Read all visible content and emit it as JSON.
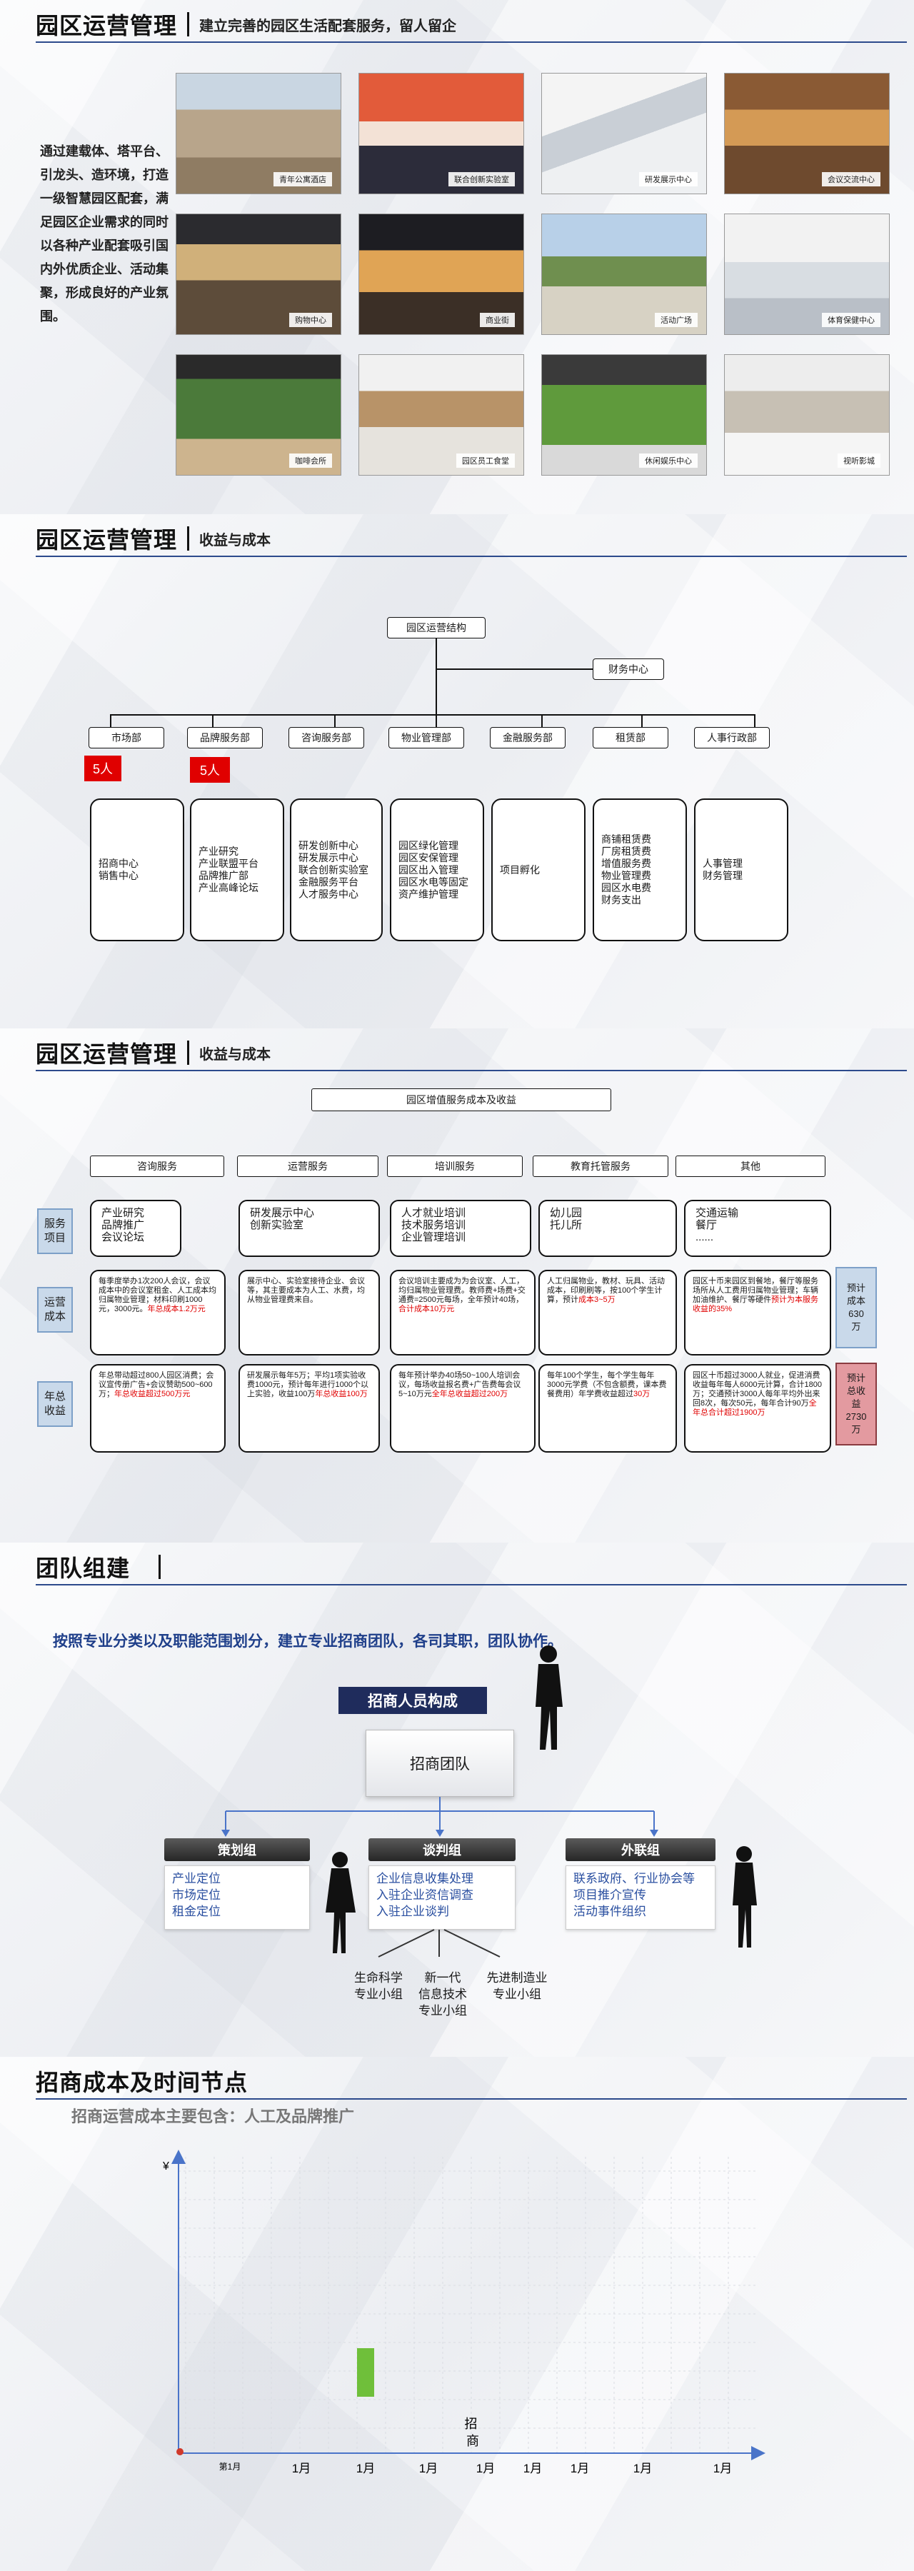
{
  "s1": {
    "title": "园区运营管理",
    "subtitle": "建立完善的园区生活配套服务，留人留企",
    "intro": "通过建载体、塔平台、引龙头、造环境，打造一级智慧园区配套，满足园区企业需求的同时以各种产业配套吸引国内外优质企业、活动集聚，形成良好的产业氛围。",
    "photos": [
      "青年公寓酒店",
      "联合创新实验室",
      "研发展示中心",
      "会议交流中心",
      "购物中心",
      "商业街",
      "活动广场",
      "体育保健中心",
      "咖啡会所",
      "园区员工食堂",
      "休闲娱乐中心",
      "视听影城"
    ]
  },
  "s2": {
    "title": "园区运营管理",
    "subtitle": "收益与成本",
    "root": "园区运营结构",
    "finance": "财务中心",
    "depts": [
      "市场部",
      "品牌服务部",
      "咨询服务部",
      "物业管理部",
      "金融服务部",
      "租赁部",
      "人事行政部"
    ],
    "badges": [
      "5人",
      "5人"
    ],
    "duties": [
      "招商中心\n销售中心",
      "产业研究\n产业联盟平台\n品牌推广部\n产业高峰论坛",
      "研发创新中心\n研发展示中心\n联合创新实验室\n金融服务平台\n人才服务中心",
      "园区绿化管理\n园区安保管理\n园区出入管理\n园区水电等固定资产维护管理",
      "项目孵化",
      "商铺租赁费\n厂房租赁费\n增值服务费\n物业管理费\n园区水电费\n财务支出",
      "人事管理\n财务管理"
    ]
  },
  "s3": {
    "title": "园区运营管理",
    "subtitle": "收益与成本",
    "top": "园区增值服务成本及收益",
    "cols": [
      "咨询服务",
      "运营服务",
      "培训服务",
      "教育托管服务",
      "其他"
    ],
    "rows": [
      "服务\n项目",
      "运营\n成本",
      "年总\n收益"
    ],
    "service": [
      "产业研究\n品牌推广\n会议论坛",
      "研发展示中心\n创新实验室",
      "人才就业培训\n技术服务培训\n企业管理培训",
      "幼儿园\n托儿所",
      "交通运输\n餐厅\n......"
    ],
    "cost": [
      {
        "t": "每季度举办1次200人会议，会议成本中的会议室租金、人工成本均归属物业管理；材料印刷1000元，3000元。",
        "r": "年总成本1.2万元"
      },
      {
        "t": "展示中心、实验室接待企业、会议等，其主要成本为人工、水费，均从物业管理费来自。",
        "r": ""
      },
      {
        "t": "会议培训主要成为为会议室、人工，均归属物业管理费。教师费+场费+交通费=2500元每场，全年预计40场，",
        "r": "合计成本10万元"
      },
      {
        "t": "人工归属物业，教材、玩具、活动成本，印刷刷等，按100个学生计算，预计",
        "r": "成本3~5万"
      },
      {
        "t": "园区十币来园区到餐地，餐厅等服务场所从人工费用归属物业管理；车辆加油维护、餐厅等硬件",
        "r": "预计为本服务收益的35%"
      }
    ],
    "income": [
      {
        "t": "年总带动超过800人园区消费；会议宣传册广告+会议赞助500~600万；",
        "r": "年总收益超过500万元"
      },
      {
        "t": "研发展示每年5万；平均1项实验收费1000元，预计每年进行1000个以上实验，收益100万",
        "r": "年总收益100万"
      },
      {
        "t": "每年预计举办40场50~100人培训会议，每场收益报名费+广告费每会议5~10万元",
        "r": "全年总收益超过200万"
      },
      {
        "t": "每年100个学生，每个学生每年3000元学费（不包含额费，课本费餐费用）年学费收益超过",
        "r": "30万"
      },
      {
        "t": "园区十币超过3000人就业，促进消费收益每年每人6000元计算，合计1800万；交通预计3000人每年平均外出来回8次，每次50元，每年合计90万",
        "r": "全年总合计超过1900万"
      }
    ],
    "cost_total": "预计\n成本\n630\n万",
    "income_total": "预计\n总收\n益\n2730\n万"
  },
  "s4": {
    "title": "团队组建",
    "slogan": "按照专业分类以及职能范围划分，建立专业招商团队，各司其职，团队协作。",
    "banner": "招商人员构成",
    "team": "招商团队",
    "groups": [
      {
        "name": "策划组",
        "items": "产业定位\n市场定位\n租金定位"
      },
      {
        "name": "谈判组",
        "items": "企业信息收集处理\n入驻企业资信调查\n入驻企业谈判"
      },
      {
        "name": "外联组",
        "items": "联系政府、行业协会等\n项目推介宣传\n活动事件组织"
      }
    ],
    "subgroups": [
      "生命科学\n专业小组",
      "新一代\n信息技术\n专业小组",
      "先进制造业\n专业小组"
    ]
  },
  "s5": {
    "title": "招商成本及时间节点",
    "subtitle": "招商运营成本主要包含：人工及品牌推广",
    "y_symbol": "¥",
    "x_first": "第1月",
    "x_ticks": [
      "1月",
      "1月",
      "1月",
      "1月",
      "1月",
      "1月",
      "1月",
      "1月"
    ],
    "bar_label": "招\n商"
  },
  "chart_data": {
    "type": "bar",
    "categories": [
      "第1月",
      "1月",
      "1月",
      "1月",
      "1月",
      "1月",
      "1月",
      "1月",
      "1月"
    ],
    "series": [
      {
        "values": [
          0,
          0,
          1,
          0,
          0,
          0,
          0,
          0,
          0
        ]
      }
    ],
    "xlabel": "",
    "ylabel": "¥",
    "grid": true
  },
  "colors": {
    "accent": "#2c4a8c",
    "red": "#e00000",
    "bar": "#6fbf3a"
  }
}
